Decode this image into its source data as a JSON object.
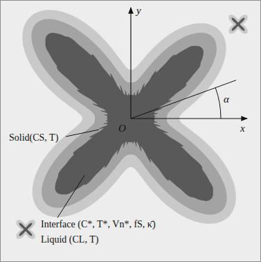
{
  "diagram": {
    "labels": [
      "y",
      "x",
      "O",
      "α",
      "Solid(CS, T)",
      "Interface (C*, T*, Vn*, fS, κ̄)",
      "Liquid (CL, T)"
    ]
  }
}
